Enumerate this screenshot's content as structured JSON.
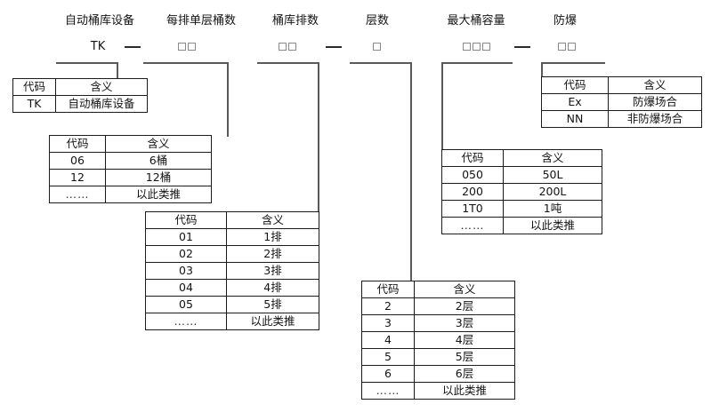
{
  "diagram": {
    "title_absent": true,
    "separator_dash": "—",
    "code_pattern": {
      "prefix_literal": "TK",
      "placeholder_box": "□"
    },
    "fields": [
      {
        "key": "equipment",
        "label": "自动桶库设备",
        "code_token": "TK",
        "box_count": 0
      },
      {
        "key": "barrels_per_row_single_layer",
        "label": "每排单层桶数",
        "code_token": "",
        "box_count": 2
      },
      {
        "key": "rows",
        "label": "桶库排数",
        "code_token": "",
        "box_count": 2
      },
      {
        "key": "layers",
        "label": "层数",
        "code_token": "",
        "box_count": 1
      },
      {
        "key": "max_barrel_capacity",
        "label": "最大桶容量",
        "code_token": "",
        "box_count": 3
      },
      {
        "key": "explosion_proof",
        "label": "防爆",
        "code_token": "",
        "box_count": 2
      }
    ],
    "table_headers": {
      "code": "代码",
      "meaning": "含义"
    },
    "ellipsis": "……",
    "etc_text": "以此类推",
    "tables": {
      "equipment": {
        "headers": [
          "代码",
          "含义"
        ],
        "rows": [
          [
            "TK",
            "自动桶库设备"
          ]
        ]
      },
      "barrels_per_row_single_layer": {
        "headers": [
          "代码",
          "含义"
        ],
        "rows": [
          [
            "06",
            "6桶"
          ],
          [
            "12",
            "12桶"
          ],
          [
            "……",
            "以此类推"
          ]
        ]
      },
      "rows": {
        "headers": [
          "代码",
          "含义"
        ],
        "rows": [
          [
            "01",
            "1排"
          ],
          [
            "02",
            "2排"
          ],
          [
            "03",
            "3排"
          ],
          [
            "04",
            "4排"
          ],
          [
            "05",
            "5排"
          ],
          [
            "……",
            "以此类推"
          ]
        ]
      },
      "layers": {
        "headers": [
          "代码",
          "含义"
        ],
        "rows": [
          [
            "2",
            "2层"
          ],
          [
            "3",
            "3层"
          ],
          [
            "4",
            "4层"
          ],
          [
            "5",
            "5层"
          ],
          [
            "6",
            "6层"
          ],
          [
            "……",
            "以此类推"
          ]
        ]
      },
      "max_barrel_capacity": {
        "headers": [
          "代码",
          "含义"
        ],
        "rows": [
          [
            "050",
            "50L"
          ],
          [
            "200",
            "200L"
          ],
          [
            "1T0",
            "1吨"
          ],
          [
            "……",
            "以此类推"
          ]
        ]
      },
      "explosion_proof": {
        "headers": [
          "代码",
          "含义"
        ],
        "rows": [
          [
            "Ex",
            "防爆场合"
          ],
          [
            "NN",
            "非防爆场合"
          ]
        ]
      }
    },
    "colors": {
      "background": "#ffffff",
      "text": "#141414",
      "table_border": "#1c1c1c",
      "leader_line": "#5a5a5a",
      "box_border": "#8a8a8a",
      "dash": "#2a2a2a"
    }
  }
}
